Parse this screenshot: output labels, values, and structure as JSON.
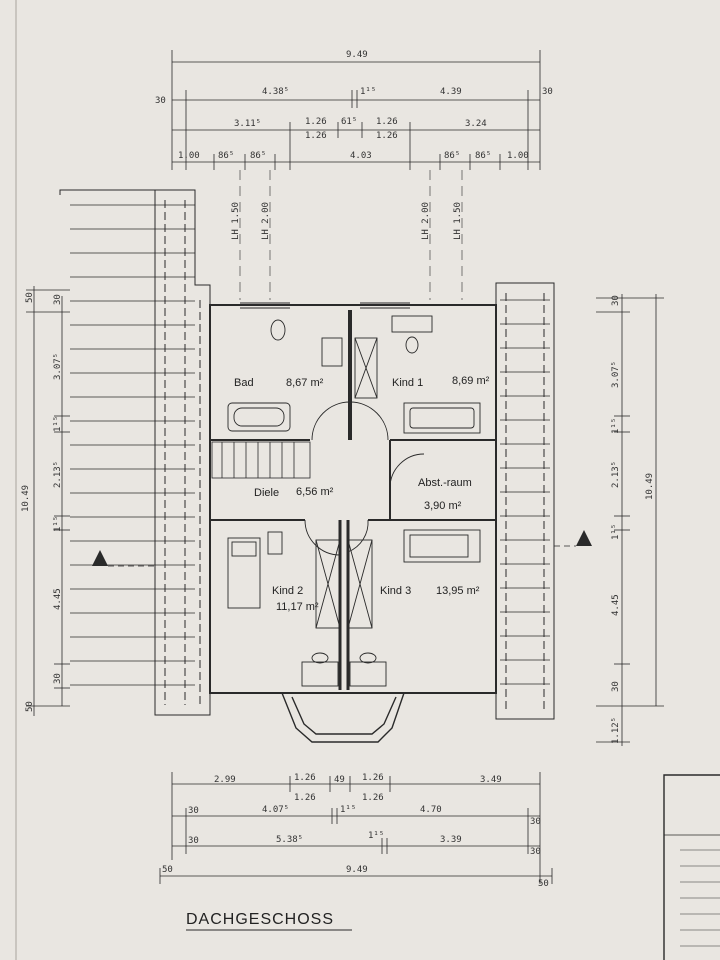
{
  "colors": {
    "paper": "#e9e6e1",
    "ink": "#2a2a2a"
  },
  "title": "DACHGESCHOSS",
  "rooms": [
    {
      "id": "bad",
      "name": "Bad",
      "area": "8,67 m²"
    },
    {
      "id": "kind1",
      "name": "Kind 1",
      "area": "8,69 m²"
    },
    {
      "id": "diele",
      "name": "Diele",
      "area": "6,56 m²"
    },
    {
      "id": "abst",
      "name": "Abst.-raum",
      "area": "3,90 m²"
    },
    {
      "id": "kind2",
      "name": "Kind 2",
      "area": "11,17 m²"
    },
    {
      "id": "kind3",
      "name": "Kind 3",
      "area": "13,95 m²"
    }
  ],
  "top_dimensions": {
    "row1": [
      "9.49"
    ],
    "row2": [
      "30",
      "4.38⁵",
      "1¹⁵",
      "4.39",
      "30"
    ],
    "row3": [
      "3.11⁵",
      "1.26",
      "1.26",
      "61⁵",
      "1.26",
      "1.26",
      "3.24"
    ],
    "row4": [
      "1.00",
      "86⁵",
      "86⁵",
      "4.03",
      "86⁵",
      "86⁵",
      "1.00"
    ],
    "lh": [
      "LH 1.50",
      "LH 2.00",
      "LH 2.00",
      "LH 1.50"
    ]
  },
  "bottom_dimensions": {
    "row1": [
      "2.99",
      "1.26",
      "1.26",
      "49",
      "1.26",
      "1.26",
      "3.49"
    ],
    "row2": [
      "30",
      "4.07⁵",
      "1¹⁵",
      "4.70",
      "30"
    ],
    "row3": [
      "30",
      "5.38⁵",
      "1¹⁵",
      "3.39",
      "30"
    ],
    "row4": [
      "50",
      "9.49",
      "50"
    ]
  },
  "left_dimensions": {
    "overall": "10.49",
    "parts": [
      "50",
      "30",
      "3.07⁵",
      "1¹⁵",
      "2.13⁵",
      "1¹⁵",
      "4.45",
      "30",
      "50"
    ]
  },
  "right_dimensions": {
    "overall": "10.49",
    "parts": [
      "30",
      "3.07⁵",
      "1¹⁵",
      "2.13⁵",
      "1¹⁵",
      "4.45",
      "30",
      "1.12⁵"
    ]
  }
}
